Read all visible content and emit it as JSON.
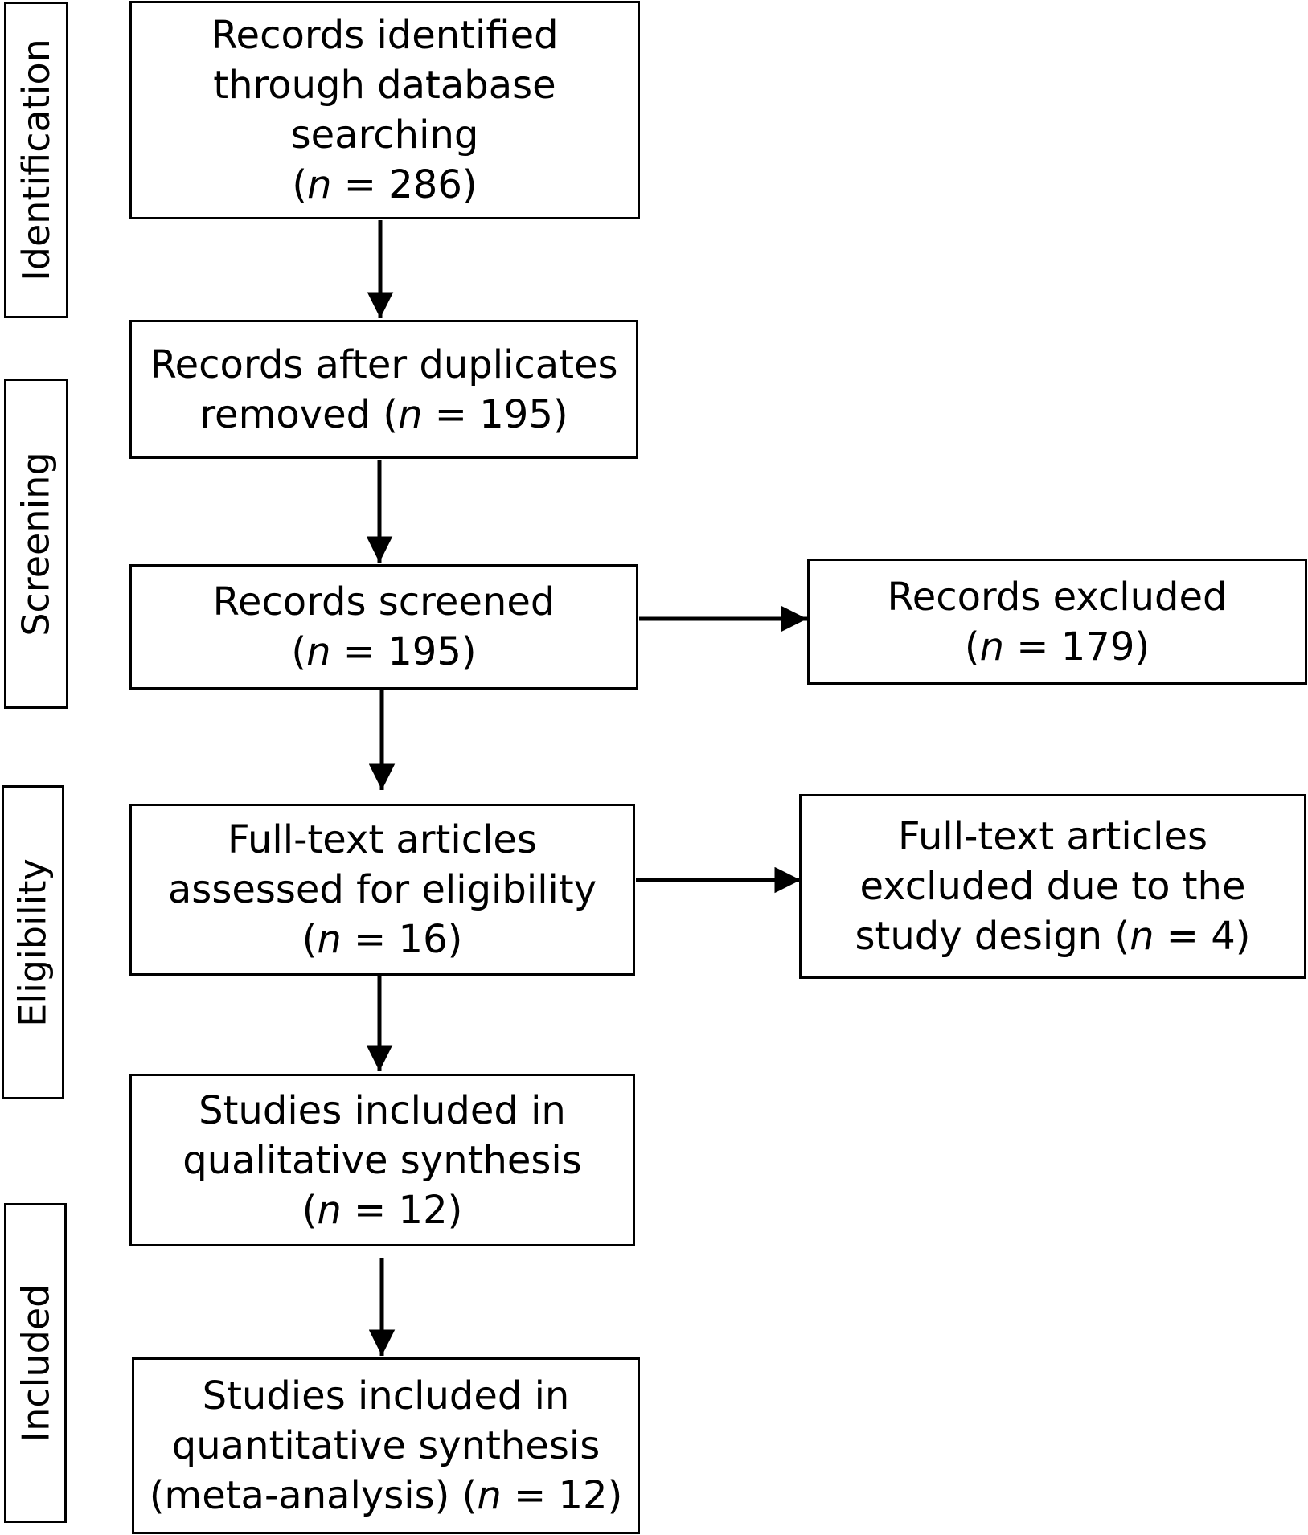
{
  "stages": {
    "identification": "Identification",
    "screening": "Screening",
    "eligibility": "Eligibility",
    "included": "Included"
  },
  "boxes": {
    "identified": {
      "lines": [
        "Records identified",
        "through database",
        "searching"
      ],
      "n_open": "(",
      "n_symbol": "n",
      "n_rest": " = 286)"
    },
    "after_duplicates": {
      "line1": "Records after duplicates",
      "line2_prefix": "removed (",
      "n_symbol": "n",
      "n_rest": " = 195)"
    },
    "screened": {
      "line1": "Records screened",
      "n_open": "(",
      "n_symbol": "n",
      "n_rest": " = 195)"
    },
    "excluded": {
      "line1": "Records excluded",
      "n_open": "(",
      "n_symbol": "n",
      "n_rest": " = 179)"
    },
    "full_text_assessed": {
      "lines": [
        "Full-text articles",
        "assessed for eligibility"
      ],
      "n_open": "(",
      "n_symbol": "n",
      "n_rest": " = 16)"
    },
    "full_text_excluded": {
      "lines": [
        "Full-text articles",
        "excluded due to the"
      ],
      "line3_prefix": "study design (",
      "n_symbol": "n",
      "n_rest": " = 4)"
    },
    "qualitative": {
      "lines": [
        "Studies included in",
        "qualitative synthesis"
      ],
      "n_open": "(",
      "n_symbol": "n",
      "n_rest": " = 12)"
    },
    "quantitative": {
      "lines": [
        "Studies included in",
        "quantitative synthesis"
      ],
      "line3_prefix": "(meta-analysis) (",
      "n_symbol": "n",
      "n_rest": " = 12)"
    }
  }
}
